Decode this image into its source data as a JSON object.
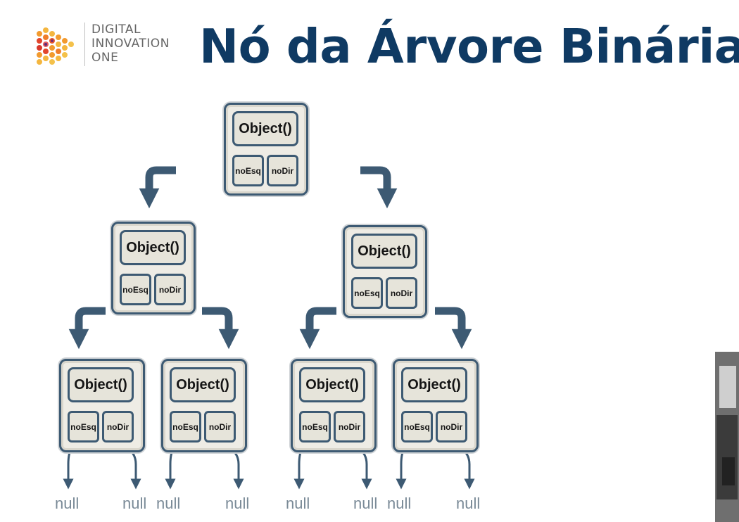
{
  "logo": {
    "lines": [
      "DIGITAL",
      "INNOVATION",
      "ONE"
    ]
  },
  "title": "Nó da Árvore Binária",
  "nodes": [
    {
      "object": "Object()",
      "left": "noEsq",
      "right": "noDir"
    },
    {
      "object": "Object()",
      "left": "noEsq",
      "right": "noDir"
    },
    {
      "object": "Object()",
      "left": "noEsq",
      "right": "noDir"
    },
    {
      "object": "Object()",
      "left": "noEsq",
      "right": "noDir"
    },
    {
      "object": "Object()",
      "left": "noEsq",
      "right": "noDir"
    },
    {
      "object": "Object()",
      "left": "noEsq",
      "right": "noDir"
    },
    {
      "object": "Object()",
      "left": "noEsq",
      "right": "noDir"
    }
  ],
  "nulls": [
    "null",
    "null",
    "null",
    "null",
    "null",
    "null",
    "null",
    "null"
  ],
  "colors": {
    "title": "#0f3a63",
    "node_border": "#3d5a73",
    "node_fill": "#eeece5",
    "null_text": "#7a8a97"
  }
}
